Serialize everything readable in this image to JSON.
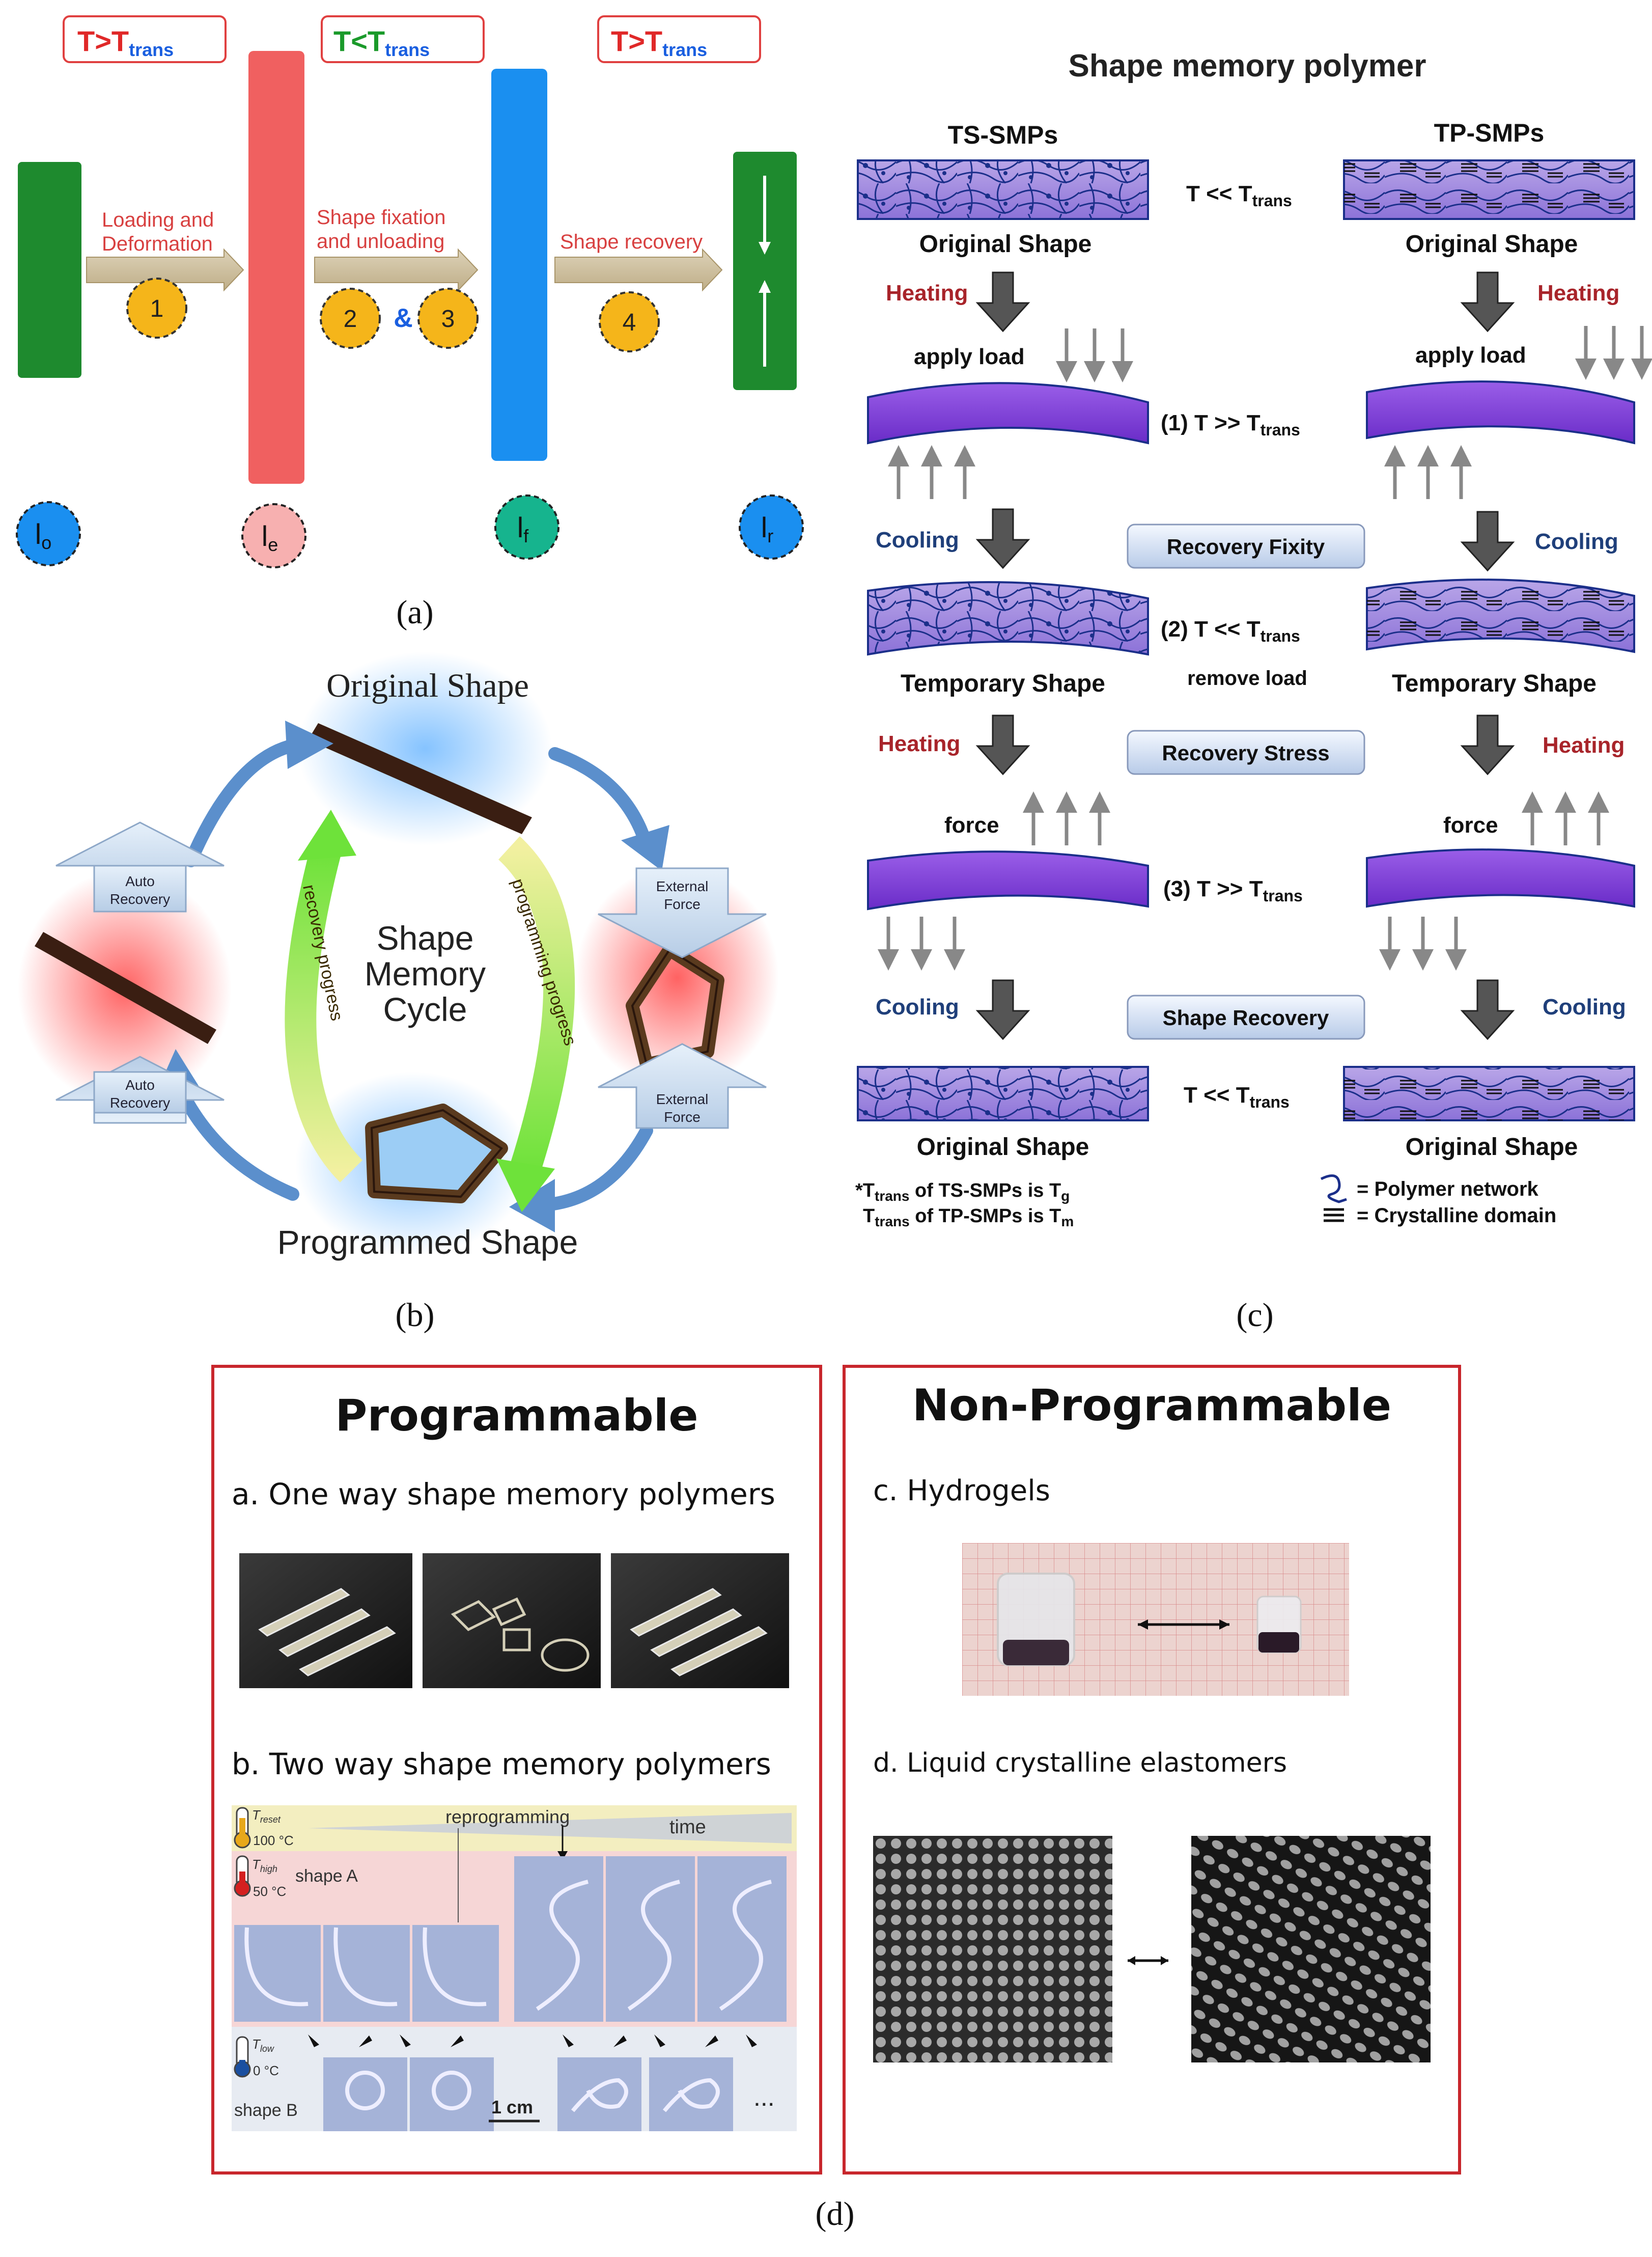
{
  "panel_a": {
    "conditions": [
      "T>T",
      "T<T",
      "T>T"
    ],
    "condition_sub": "trans",
    "steps": [
      {
        "label_line1": "Loading and",
        "label_line2": "Deformation"
      },
      {
        "label_line1": "Shape fixation",
        "label_line2": "and unloading"
      },
      {
        "label_line1": "Shape recovery",
        "label_line2": ""
      }
    ],
    "step_numbers": [
      "1",
      "2",
      "3",
      "4"
    ],
    "amp": "&",
    "lengths": [
      {
        "base": "l",
        "sub": "o"
      },
      {
        "base": "l",
        "sub": "e"
      },
      {
        "base": "l",
        "sub": "f"
      },
      {
        "base": "l",
        "sub": "r"
      }
    ],
    "colors": {
      "green": "#1e8a2e",
      "red": "#f06060",
      "blue": "#1a8ff0",
      "teal": "#16b48e"
    }
  },
  "caption_a": "(a)",
  "caption_b": "(b)",
  "caption_c": "(c)",
  "caption_d": "(d)",
  "panel_b": {
    "top": "Original Shape",
    "bottom": "Programmed Shape",
    "center_l1": "Shape",
    "center_l2": "Memory",
    "center_l3": "Cycle",
    "recovery_progress": "recovery progress",
    "programming_progress": "programming progress",
    "auto_recovery_l1": "Auto",
    "auto_recovery_l2": "Recovery",
    "external_force_l1": "External",
    "external_force_l2": "Force"
  },
  "panel_c": {
    "title": "Shape memory polymer",
    "ts": "TS-SMPs",
    "tp": "TP-SMPs",
    "original_shape": "Original Shape",
    "temporary_shape": "Temporary Shape",
    "heating": "Heating",
    "cooling": "Cooling",
    "apply_load": "apply load",
    "force": "force",
    "remove_load": "remove load",
    "t_low": "T << T",
    "t_high_1": "(1) T >> T",
    "t_low_2": "(2) T << T",
    "t_high_3": "(3) T >> T",
    "trans": "trans",
    "recovery_fixity": "Recovery Fixity",
    "recovery_stress": "Recovery Stress",
    "shape_recovery": "Shape Recovery",
    "note1_pre": "*T",
    "note1_mid": " of TS-SMPs is T",
    "note1_sub2": "g",
    "note2_pre": "T",
    "note2_mid": " of TP-SMPs is T",
    "note2_sub2": "m",
    "legend_network": "= Polymer network",
    "legend_crystal": "= Crystalline domain"
  },
  "panel_d": {
    "programmable": "Programmable",
    "non_programmable": "Non-Programmable",
    "one_way": "a. One way shape memory polymers",
    "two_way": "b. Two way shape memory polymers",
    "hydrogels": "c. Hydrogels",
    "lce": "d. Liquid crystalline elastomers",
    "reprogramming": "reprogramming",
    "time": "time",
    "t_reset": "T",
    "t_reset_sub": "reset",
    "t_reset_val": "100 °C",
    "t_high": "T",
    "t_high_sub": "high",
    "t_high_val": "50 °C",
    "shape_a": "shape A",
    "t_low": "T",
    "t_low_sub": "low",
    "t_low_val": "0 °C",
    "shape_b": "shape B",
    "scale": "1 cm",
    "ellipsis": "...",
    "border_color": "#c8262c"
  }
}
